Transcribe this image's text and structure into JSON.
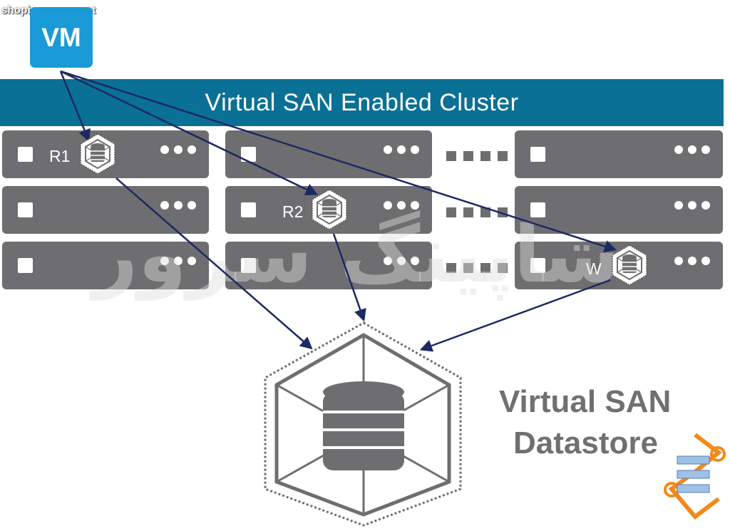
{
  "watermark": {
    "site": "shopingserver.net",
    "overlay_text": "شاپینگ سرور"
  },
  "vm": {
    "label": "VM"
  },
  "cluster": {
    "title": "Virtual SAN Enabled Cluster"
  },
  "components": {
    "r1": "R1",
    "r2": "R2",
    "w": "W"
  },
  "datastore": {
    "line1": "Virtual SAN",
    "line2": "Datastore"
  },
  "colors": {
    "vm_blue": "#1a9ad6",
    "banner_teal": "#0b7095",
    "server_gray": "#6e6e70",
    "arrow_navy": "#1b2a63",
    "logo_orange": "#f08a1c"
  }
}
